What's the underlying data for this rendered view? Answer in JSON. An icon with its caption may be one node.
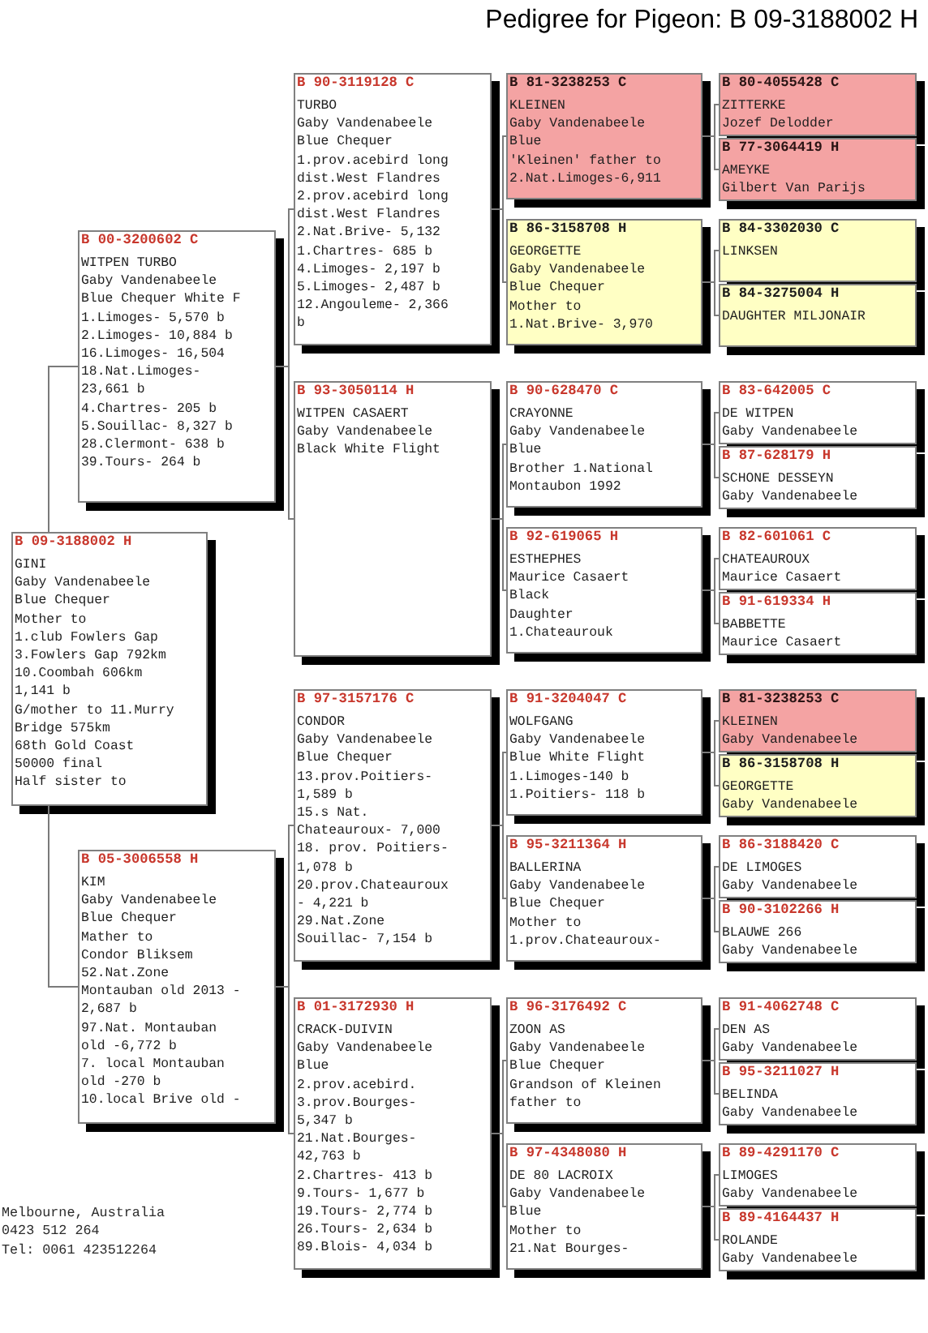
{
  "diagram": {
    "title": "Pedigree for Pigeon: B 09-3188002 H",
    "nodes": [
      {
        "text": [
          "B 09-3188002 H",
          "GINI",
          "Gaby Vandenabeele",
          "Blue Chequer",
          "Mother to",
          "1.club Fowlers Gap",
          "3.Fowlers Gap 792km",
          "10.Coombah 606km 1,141 b",
          "G/mother to 11.Murry Bridge 575km",
          "68th Gold Coast 50000 final",
          "Half sister to"
        ]
      },
      {
        "text": [
          "B 00-3200602 C",
          "WITPEN TURBO",
          "Gaby Vandenabeele",
          "Blue Chequer White F",
          "1.Limoges- 5,570 b",
          "2.Limoges- 10,884 b",
          "16.Limoges- 16,504",
          "18.Nat.Limoges- 23,661 b",
          "4.Chartres- 205 b",
          "5.Souillac- 8,327 b",
          "28.Clermont- 638 b",
          "39.Tours- 264 b"
        ]
      },
      {
        "text": [
          "B 05-3006558 H",
          "KIM",
          "Gaby Vandenabeele",
          "Blue Chequer",
          "Mather to",
          "Condor Bliksem",
          "52.Nat.Zone Montauban old 2013 - 2,687 b",
          "97.Nat. Montauban old -6,772 b",
          "7. local Montauban old -270 b",
          "10.local Brive old -"
        ]
      },
      {
        "text": [
          "B 90-3119128 C",
          "TURBO",
          "Gaby Vandenabeele",
          "Blue Chequer",
          "1.prov.acebird long dist.West Flandres",
          "2.prov.acebird long dist.West Flandres",
          "2.Nat.Brive- 5,132",
          "1.Chartres- 685 b",
          "4.Limoges- 2,197 b",
          "5.Limoges- 2,487 b",
          "12.Angouleme- 2,366 b"
        ]
      },
      {
        "text": [
          "B 93-3050114 H",
          "WITPEN CASAERT",
          "Gaby Vandenabeele",
          "Black White Flight"
        ]
      },
      {
        "text": [
          "B 97-3157176 C",
          "CONDOR",
          "Gaby Vandenabeele",
          "Blue Chequer",
          "13.prov.Poitiers- 1,589 b",
          "15.s Nat. Chateauroux- 7,000",
          "18. prov. Poitiers- 1,078 b",
          "20.prov.Chateauroux - 4,221 b",
          "29.Nat.Zone Souillac- 7,154 b"
        ]
      },
      {
        "text": [
          "B 01-3172930 H",
          "CRACK-DUIVIN",
          "Gaby Vandenabeele",
          "Blue",
          "2.prov.acebird.",
          "3.prov.Bourges- 5,347 b",
          "21.Nat.Bourges- 42,763 b",
          "2.Chartres- 413 b",
          "9.Tours- 1,677 b",
          "19.Tours- 2,774 b",
          "26.Tours- 2,634 b",
          "89.Blois- 4,034 b"
        ]
      },
      {
        "text": [
          "B 81-3238253 C",
          "KLEINEN",
          "Gaby Vandenabeele",
          "Blue",
          "'Kleinen' father to",
          "2.Nat.Limoges-6,911"
        ]
      },
      {
        "text": [
          "B 86-3158708 H",
          "GEORGETTE",
          "Gaby Vandenabeele",
          "Blue Chequer",
          "Mother to",
          "1.Nat.Brive- 3,970"
        ]
      },
      {
        "text": [
          "B 90-628470 C",
          "CRAYONNE",
          "Gaby Vandenabeele",
          "Blue",
          "Brother 1.National Montaubon 1992"
        ]
      },
      {
        "text": [
          "B 92-619065 H",
          "ESTHEPHES",
          "Maurice Casaert",
          "Black",
          "Daughter",
          "1.Chateaurouk"
        ]
      },
      {
        "text": [
          "B 91-3204047 C",
          "WOLFGANG",
          "Gaby Vandenabeele",
          "Blue White Flight",
          "1.Limoges-140 b",
          "1.Poitiers- 118 b"
        ]
      },
      {
        "text": [
          "B 95-3211364 H",
          "BALLERINA",
          "Gaby Vandenabeele",
          "Blue Chequer",
          "Mother to",
          "1.prov.Chateauroux-"
        ]
      },
      {
        "text": [
          "B 96-3176492 C",
          "ZOON AS",
          "Gaby Vandenabeele",
          "Blue Chequer",
          "Grandson of Kleinen",
          "father to"
        ]
      },
      {
        "text": [
          "B 97-4348080 H",
          "DE 80 LACROIX",
          "Gaby Vandenabeele",
          "Blue",
          "Mother to",
          "21.Nat Bourges-"
        ]
      },
      {
        "text": [
          "B 80-4055428 C",
          "ZITTERKE",
          "Jozef Delodder"
        ]
      },
      {
        "text": [
          "B 77-3064419 H",
          "AMEYKE",
          "Gilbert Van Parijs"
        ]
      },
      {
        "text": [
          "B 84-3302030 C",
          "LINKSEN"
        ]
      },
      {
        "text": [
          "B 84-3275004 H",
          "DAUGHTER MILJONAIR"
        ]
      },
      {
        "text": [
          "B 83-642005 C",
          "DE WITPEN",
          "Gaby Vandenabeele"
        ]
      },
      {
        "text": [
          "B 87-628179 H",
          "SCHONE DESSEYN",
          "Gaby Vandenabeele"
        ]
      },
      {
        "text": [
          "B 82-601061 C",
          "CHATEAUROUX",
          "Maurice Casaert"
        ]
      },
      {
        "text": [
          "B 91-619334 H",
          "BABBETTE",
          "Maurice Casaert"
        ]
      },
      {
        "text": [
          "B 81-3238253 C",
          "KLEINEN",
          "Gaby Vandenabeele"
        ]
      },
      {
        "text": [
          "B 86-3158708 H",
          "GEORGETTE",
          "Gaby Vandenabeele"
        ]
      },
      {
        "text": [
          "B 86-3188420 C",
          "DE LIMOGES",
          "Gaby Vandenabeele"
        ]
      },
      {
        "text": [
          "B 90-3102266 H",
          "BLAUWE 266",
          "Gaby Vandenabeele"
        ]
      },
      {
        "text": [
          "B 91-4062748 C",
          "DEN AS",
          "Gaby Vandenabeele"
        ]
      },
      {
        "text": [
          "B 95-3211027 H",
          "BELINDA",
          "Gaby Vandenabeele"
        ]
      },
      {
        "text": [
          "B 89-4291170 C",
          "LIMOGES",
          "Gaby Vandenabeele"
        ]
      },
      {
        "text": [
          "B 89-4164437 H",
          "ROLANDE",
          "Gaby Vandenabeele"
        ]
      }
    ],
    "edges": [
      {
        "from": 0,
        "to": 1,
        "arrow": "none"
      },
      {
        "from": 0,
        "to": 2,
        "arrow": "none"
      },
      {
        "from": 1,
        "to": 3,
        "arrow": "none"
      },
      {
        "from": 1,
        "to": 4,
        "arrow": "none"
      },
      {
        "from": 2,
        "to": 5,
        "arrow": "none"
      },
      {
        "from": 2,
        "to": 6,
        "arrow": "none"
      },
      {
        "from": 3,
        "to": 7,
        "arrow": "none"
      },
      {
        "from": 3,
        "to": 8,
        "arrow": "none"
      },
      {
        "from": 4,
        "to": 9,
        "arrow": "none"
      },
      {
        "from": 4,
        "to": 10,
        "arrow": "none"
      },
      {
        "from": 5,
        "to": 11,
        "arrow": "none"
      },
      {
        "from": 5,
        "to": 12,
        "arrow": "none"
      },
      {
        "from": 6,
        "to": 13,
        "arrow": "none"
      },
      {
        "from": 6,
        "to": 14,
        "arrow": "none"
      },
      {
        "from": 7,
        "to": 15,
        "arrow": "none"
      },
      {
        "from": 7,
        "to": 16,
        "arrow": "none"
      },
      {
        "from": 8,
        "to": 17,
        "arrow": "none"
      },
      {
        "from": 8,
        "to": 18,
        "arrow": "none"
      },
      {
        "from": 9,
        "to": 19,
        "arrow": "none"
      },
      {
        "from": 9,
        "to": 20,
        "arrow": "none"
      },
      {
        "from": 10,
        "to": 21,
        "arrow": "none"
      },
      {
        "from": 10,
        "to": 22,
        "arrow": "none"
      },
      {
        "from": 11,
        "to": 23,
        "arrow": "none"
      },
      {
        "from": 11,
        "to": 24,
        "arrow": "none"
      },
      {
        "from": 12,
        "to": 25,
        "arrow": "none"
      },
      {
        "from": 12,
        "to": 26,
        "arrow": "none"
      },
      {
        "from": 13,
        "to": 27,
        "arrow": "none"
      },
      {
        "from": 13,
        "to": 28,
        "arrow": "none"
      },
      {
        "from": 14,
        "to": 29,
        "arrow": "none"
      },
      {
        "from": 14,
        "to": 30,
        "arrow": "none"
      }
    ],
    "labels": [
      "Melbourne, Australia",
      "0423 512 264",
      "Tel: 0061 423512264"
    ]
  }
}
